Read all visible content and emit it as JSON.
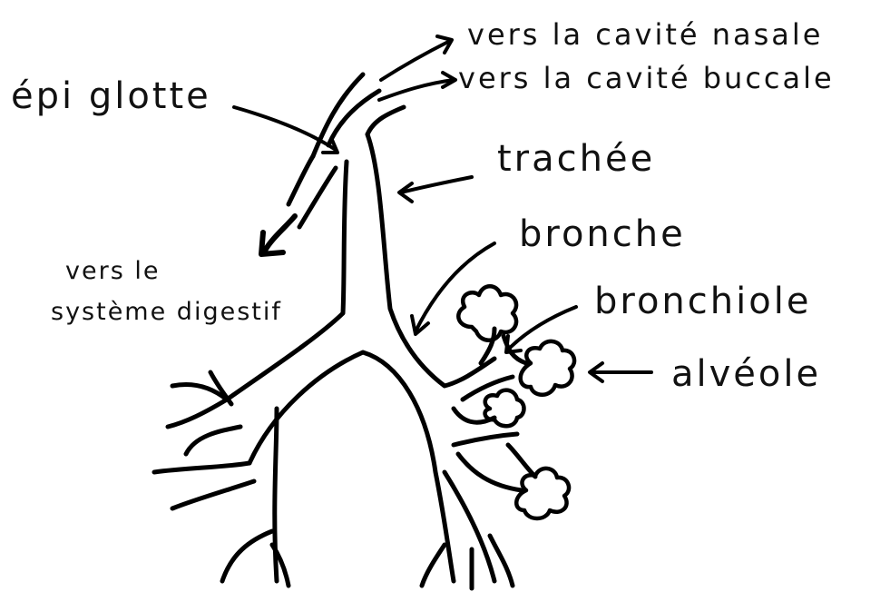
{
  "labels": {
    "nasal": "vers la cavité nasale",
    "buccal": "vers la cavité buccale",
    "epiglotte": "épi glotte",
    "trachee": "trachée",
    "bronche": "bronche",
    "bronchiole": "bronchiole",
    "alveole": "alvéole",
    "digestif_line1": "vers le",
    "digestif_line2": "système digestif"
  }
}
